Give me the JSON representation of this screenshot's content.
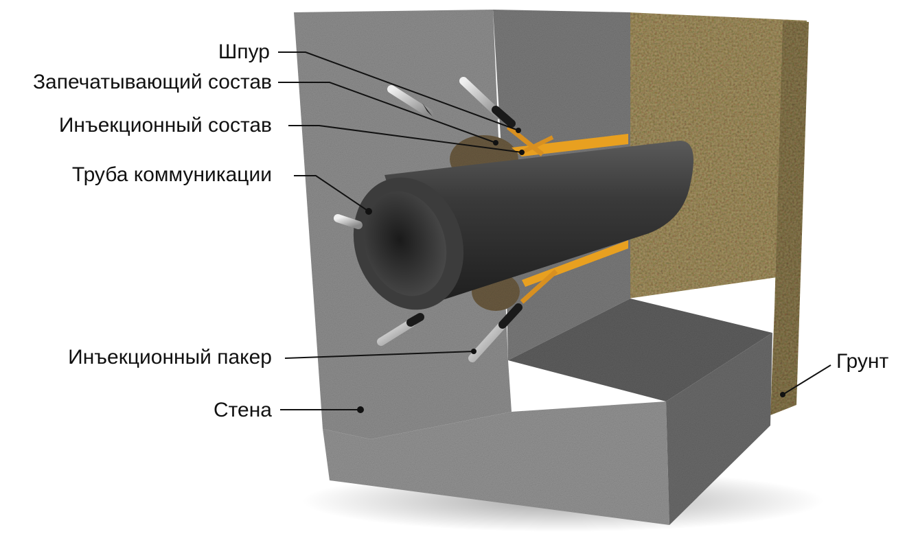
{
  "labels": {
    "shpur": "Шпур",
    "sealing": "Запечатывающий состав",
    "injection_compound": "Инъекционный состав",
    "pipe": "Труба коммуникации",
    "packer": "Инъекционный пакер",
    "wall": "Стена",
    "soil": "Грунт"
  },
  "colors": {
    "concrete_front": "#8e8e8e",
    "concrete_side": "#6e6e6e",
    "concrete_top": "#5e5e5e",
    "gravel": "#a8976a",
    "pipe": "#2e2e2e",
    "injection_orange": "#e8a020",
    "leader_line": "#111111"
  }
}
